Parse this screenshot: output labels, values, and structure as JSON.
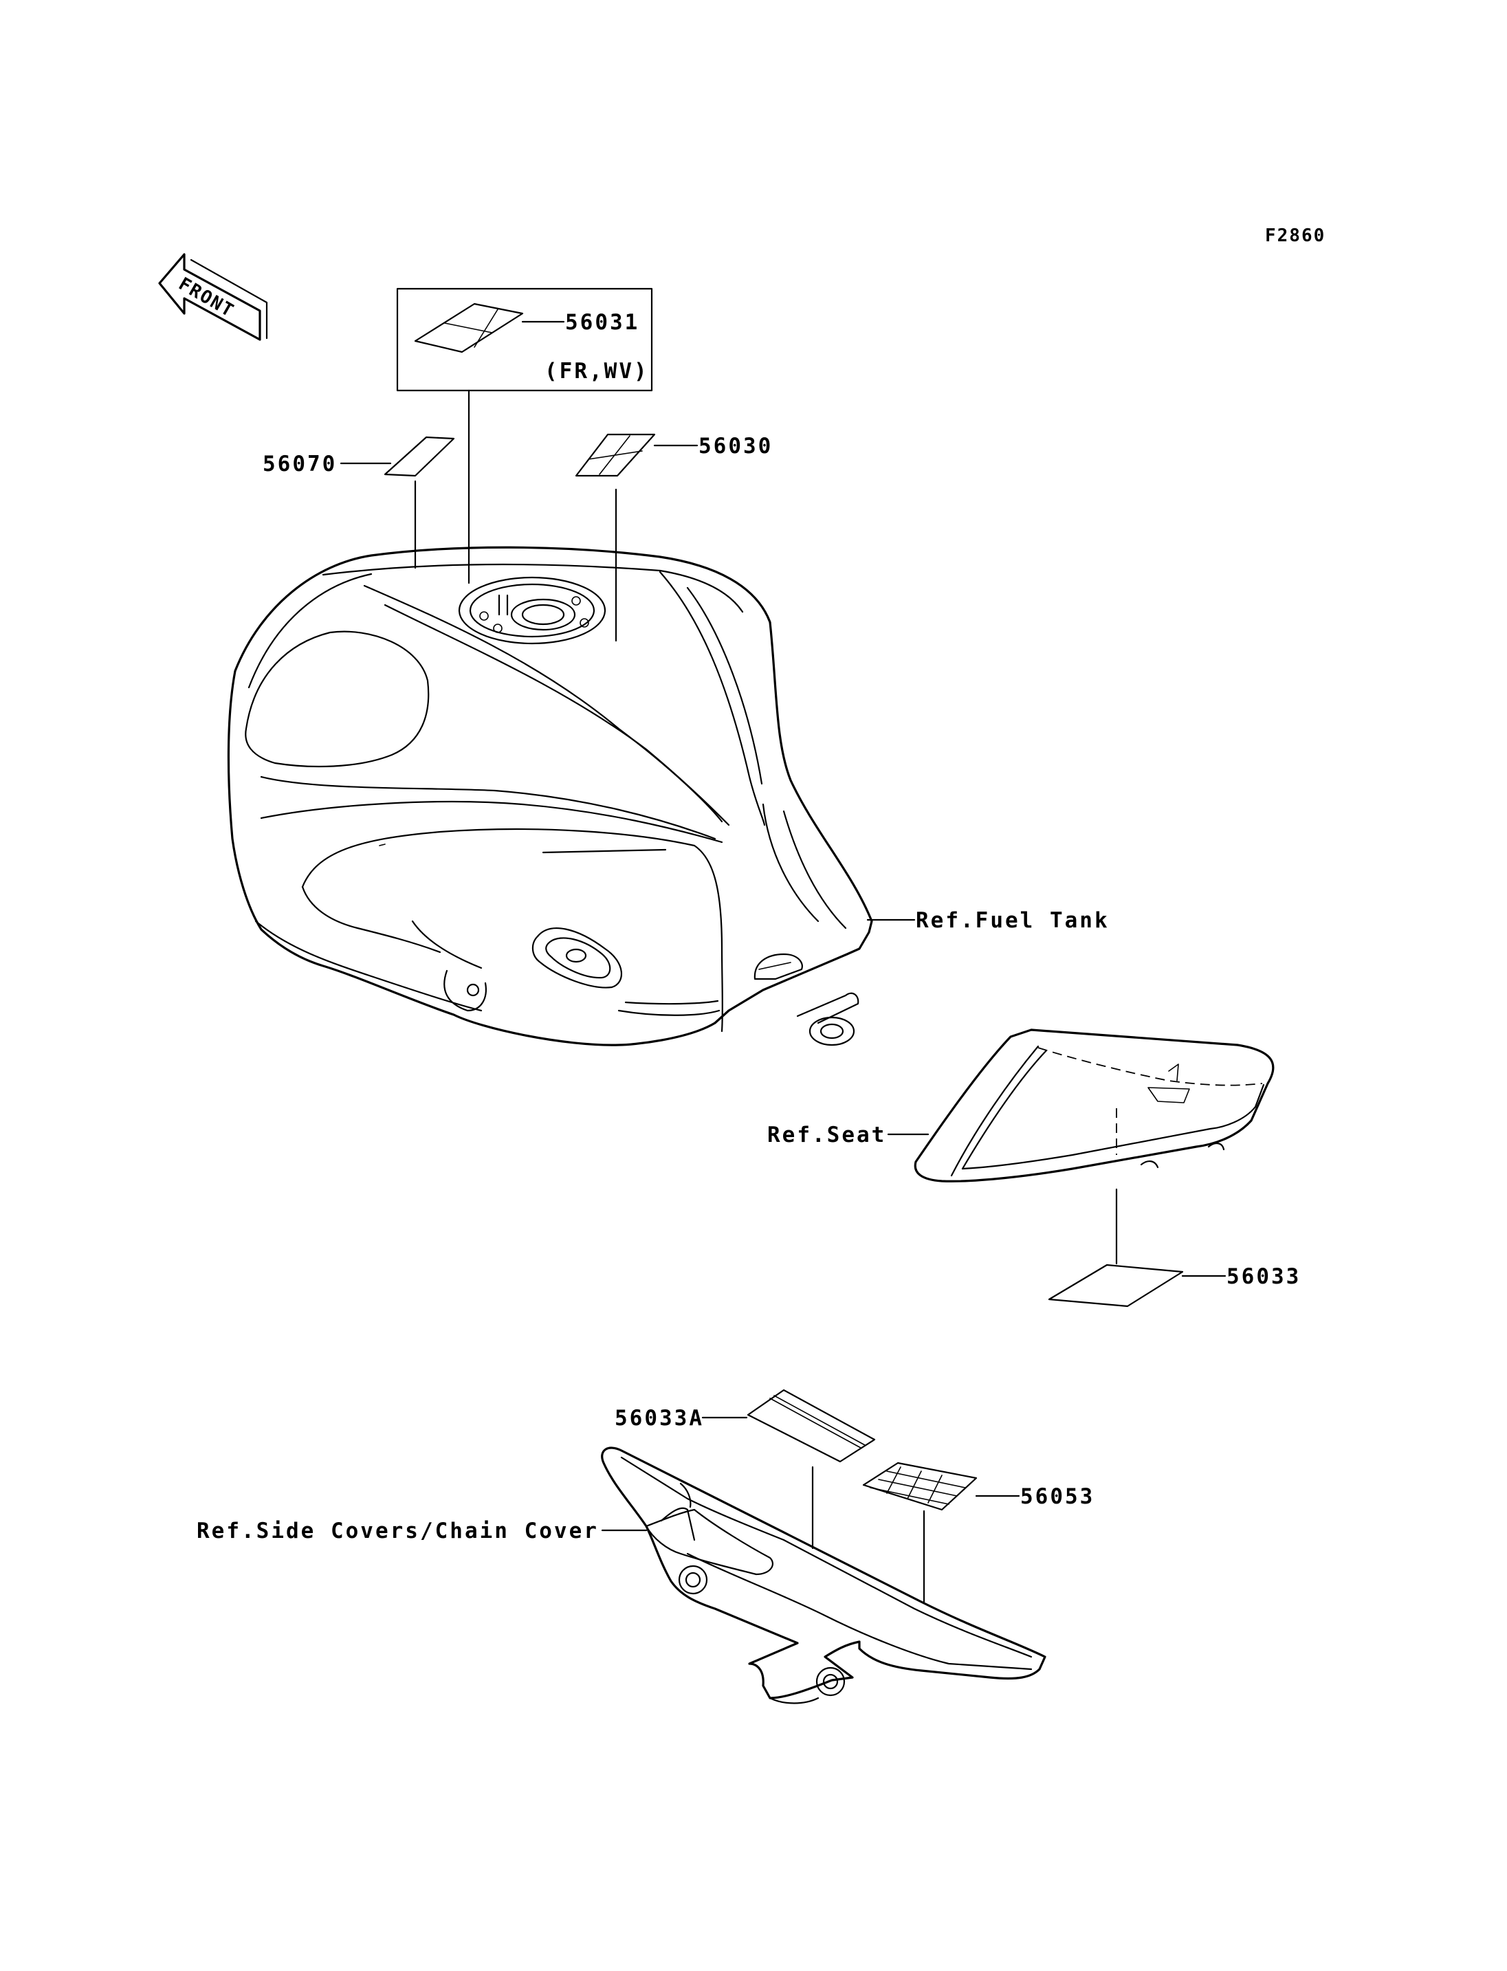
{
  "figure_id": "F2860",
  "front_label": "FRONT",
  "parts": {
    "p56031": "56031",
    "p56031_note": "(FR,WV)",
    "p56070": "56070",
    "p56030": "56030",
    "p56033": "56033",
    "p56033A": "56033A",
    "p56053": "56053"
  },
  "references": {
    "fuel_tank": "Ref.Fuel Tank",
    "seat": "Ref.Seat",
    "side_covers": "Ref.Side Covers/Chain Cover"
  },
  "colors": {
    "ink": "#000000",
    "paper": "#ffffff"
  }
}
